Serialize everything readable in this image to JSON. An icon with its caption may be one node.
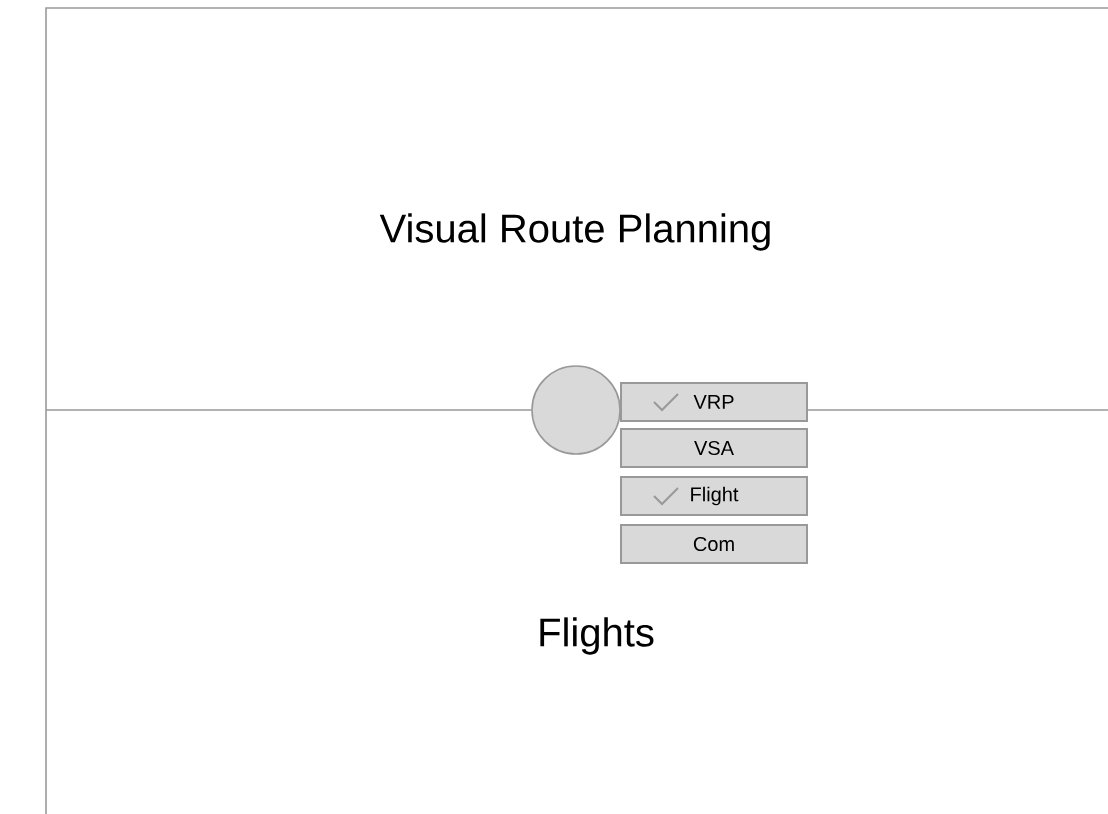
{
  "diagram": {
    "nodes": [
      {
        "text": [],
        "shape": "circle"
      },
      {
        "text": [
          "VRP"
        ]
      },
      {
        "text": [
          "VSA"
        ]
      },
      {
        "text": [
          "Flight"
        ]
      },
      {
        "text": [
          "Com"
        ]
      }
    ],
    "labels": [
      "Visual Route Planning",
      "Flights"
    ]
  }
}
